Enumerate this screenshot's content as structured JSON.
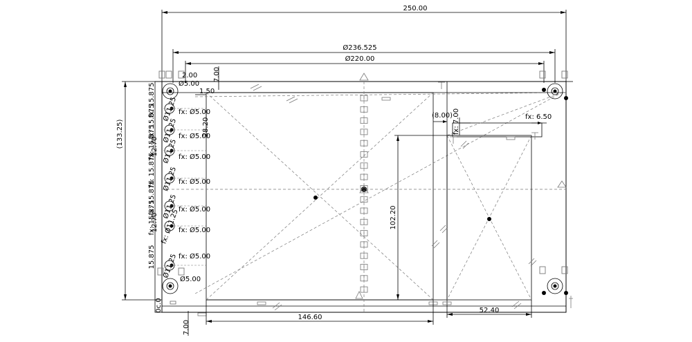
{
  "dimensions": {
    "overall_width": "250.00",
    "outer_diameter": "Ø236.525",
    "inner_diameter": "Ø220.00",
    "overall_height": "(133.25)",
    "top_offset": "7.00",
    "bottom_offset": "7.00",
    "left_gap": "2.00",
    "left_dim_a": "Ø5.00",
    "left_dim_b": "1.50",
    "left_dim_c": "28.20",
    "left_dim_d": "(8.00)",
    "panel_width": "146.60",
    "panel_height": "102.20",
    "small_width": "52.40",
    "fx_top": "fx: 7.00",
    "fx_right": "fx: 6.50",
    "bottom_left_label": "0c.0"
  },
  "left_labels": {
    "pitch": [
      "fx: 15.875",
      "fx: 15.875",
      "fx: 15.875",
      "fx: 15.875",
      "fx: 15.875",
      "fx: 15.875",
      "15.875"
    ],
    "mid": [
      "12.70",
      "12.70"
    ],
    "big_holes": [
      "Ø11.25",
      "Ø11.25",
      "Ø11.25",
      "Ø11.25",
      "Ø11.25",
      "fx: Ø11.25",
      "Ø11.25"
    ],
    "small_holes": [
      "fx: Ø5.00",
      "fx: Ø5.00",
      "fx: Ø5.00",
      "fx: Ø5.00",
      "fx: Ø5.00",
      "fx: Ø5.00",
      "fx: Ø5.00",
      "Ø5.00"
    ]
  }
}
